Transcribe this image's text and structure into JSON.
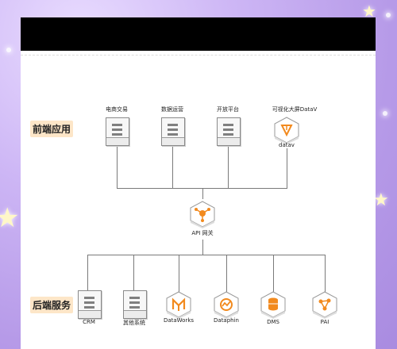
{
  "sections": {
    "frontend": "前端应用",
    "backend": "后端服务"
  },
  "frontend_nodes": [
    {
      "label": "电商交易",
      "type": "server"
    },
    {
      "label": "数据运营",
      "type": "server"
    },
    {
      "label": "开放平台",
      "type": "server"
    },
    {
      "label": "可视化大屏DataV",
      "type": "cube",
      "sublabel": "datav",
      "icon": "datav-icon"
    }
  ],
  "gateway": {
    "label": "API 网关",
    "icon": "api-gateway-icon"
  },
  "backend_nodes": [
    {
      "label": "CRM",
      "type": "server"
    },
    {
      "label": "其他系统",
      "type": "server"
    },
    {
      "label": "DataWorks",
      "type": "cube",
      "icon": "dataworks-icon"
    },
    {
      "label": "Dataphin",
      "type": "cube",
      "icon": "dataphin-icon"
    },
    {
      "label": "DMS",
      "type": "cube",
      "icon": "dms-icon"
    },
    {
      "label": "PAI",
      "type": "cube",
      "icon": "pai-icon"
    }
  ],
  "colors": {
    "accent": "#f28a1e",
    "line": "#7a7a7a",
    "label_bg": "#fde6c8"
  }
}
